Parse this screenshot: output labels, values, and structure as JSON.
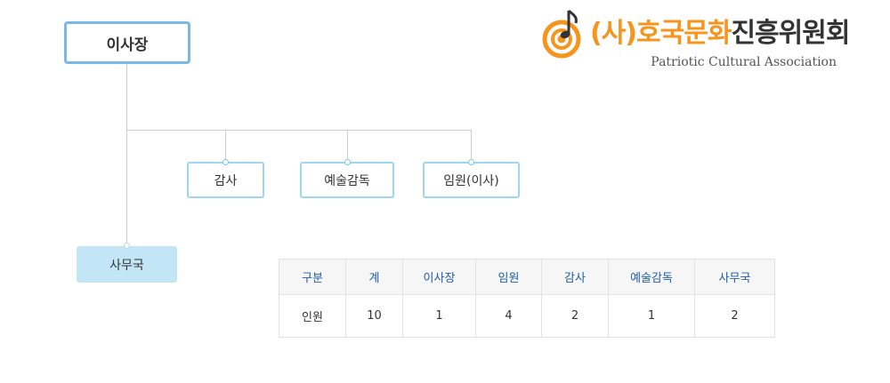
{
  "org": {
    "head": "이사장",
    "subs": [
      "감사",
      "예술감독",
      "임원(이사)"
    ],
    "office": "사무국"
  },
  "logo": {
    "prefix": "(사)",
    "accent": "호국문화",
    "rest": "진흥위원회",
    "english": "Patriotic Cultural Association",
    "icon": "music-note-circle-icon",
    "colors": {
      "accent": "#f7941d",
      "dark": "#333333"
    }
  },
  "table": {
    "headers": [
      "구분",
      "계",
      "이사장",
      "임원",
      "감사",
      "예술감독",
      "사무국"
    ],
    "rows": [
      [
        "인원",
        "10",
        "1",
        "4",
        "2",
        "1",
        "2"
      ]
    ]
  },
  "colors": {
    "head_border": "#7ab8ea",
    "sub_border": "#9dd6f0",
    "office_fill": "#c3e6f7",
    "table_header_text": "#1f5ea8"
  }
}
